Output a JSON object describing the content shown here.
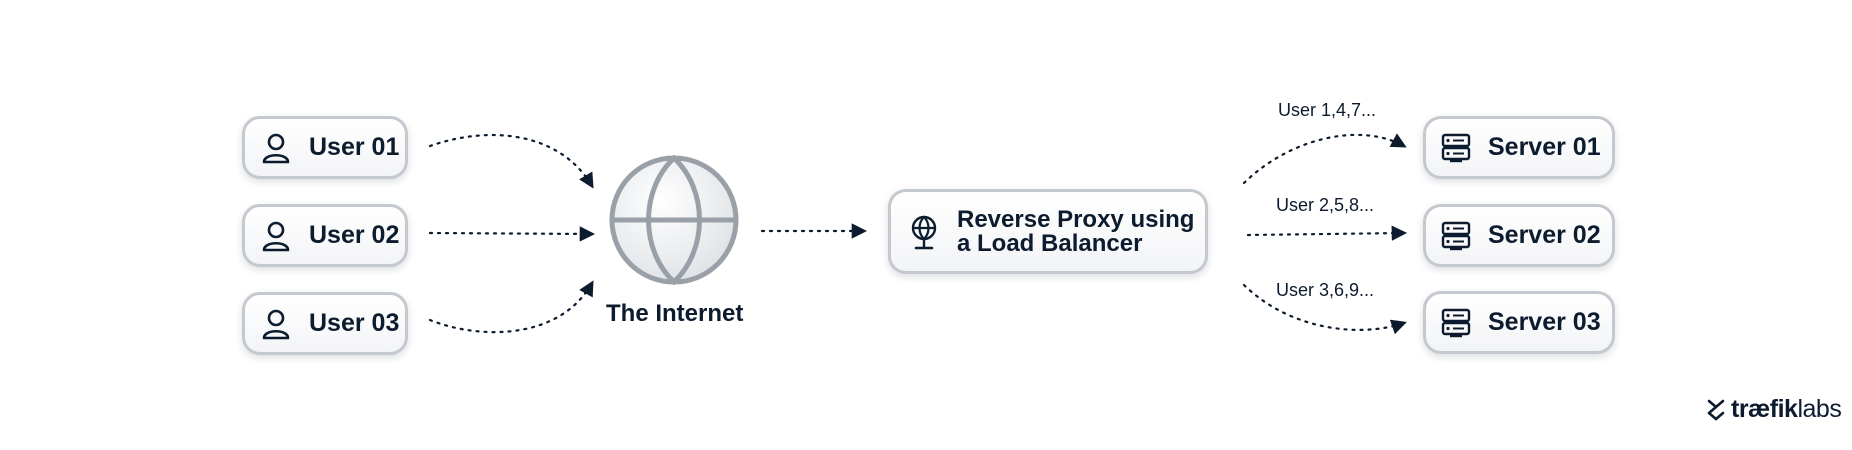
{
  "users": [
    {
      "label": "User 01"
    },
    {
      "label": "User 02"
    },
    {
      "label": "User 03"
    }
  ],
  "internet": {
    "label": "The Internet",
    "icon": "globe-icon"
  },
  "proxy": {
    "line1": "Reverse Proxy using",
    "line2": "a Load Balancer",
    "icon": "globe-stand-icon"
  },
  "routes": [
    {
      "label": "User 1,4,7..."
    },
    {
      "label": "User 2,5,8..."
    },
    {
      "label": "User 3,6,9..."
    }
  ],
  "servers": [
    {
      "label": "Server 01"
    },
    {
      "label": "Server 02"
    },
    {
      "label": "Server 03"
    }
  ],
  "brand": {
    "part1": "træfik",
    "part2": "labs",
    "icon": "traefik-logo-icon"
  },
  "colors": {
    "ink": "#0d1b2e",
    "border": "#c4c8cf",
    "globe": "#9aa0a8"
  }
}
